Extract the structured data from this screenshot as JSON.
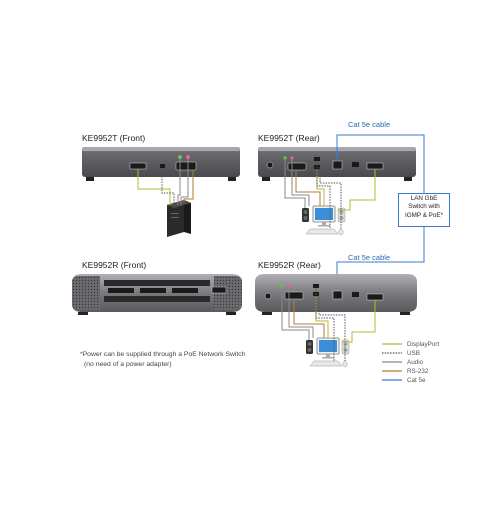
{
  "labels": {
    "tx_front": "KE9952T (Front)",
    "tx_rear": "KE9952T (Rear)",
    "rx_front": "KE9952R (Front)",
    "rx_rear": "KE9952R (Rear)",
    "cable_top": "Cat 5e cable",
    "cable_bottom": "Cat 5e cable"
  },
  "switch": {
    "line1": "LAN GbE",
    "line2": "Switch with",
    "line3": "IGMP & PoE*"
  },
  "note": {
    "line1": "*Power can be supplied through a PoE Network Switch",
    "line2": "(no need of a power adapter)"
  },
  "legend": [
    {
      "label": "DisplayPort",
      "color": "#b8b830",
      "style": "solid"
    },
    {
      "label": "USB",
      "color": "#555555",
      "style": "dotted"
    },
    {
      "label": "Audio",
      "color": "#8a8a8a",
      "style": "solid"
    },
    {
      "label": "RS-232",
      "color": "#b07a3a",
      "style": "solid"
    },
    {
      "label": "Cat 5e",
      "color": "#3a7bc8",
      "style": "solid"
    }
  ],
  "colors": {
    "device_body": "#5a5a5e",
    "device_top": "#8c8c90",
    "panel": "#3a3a3e",
    "cat5e": "#3a7bc8",
    "displayport": "#b8b830",
    "usb": "#555555",
    "audio": "#8a8a8a",
    "rs232": "#b07a3a"
  },
  "icons": [
    "computer-tower-icon",
    "monitor-icon",
    "speaker-icon",
    "keyboard-icon",
    "mouse-icon"
  ]
}
